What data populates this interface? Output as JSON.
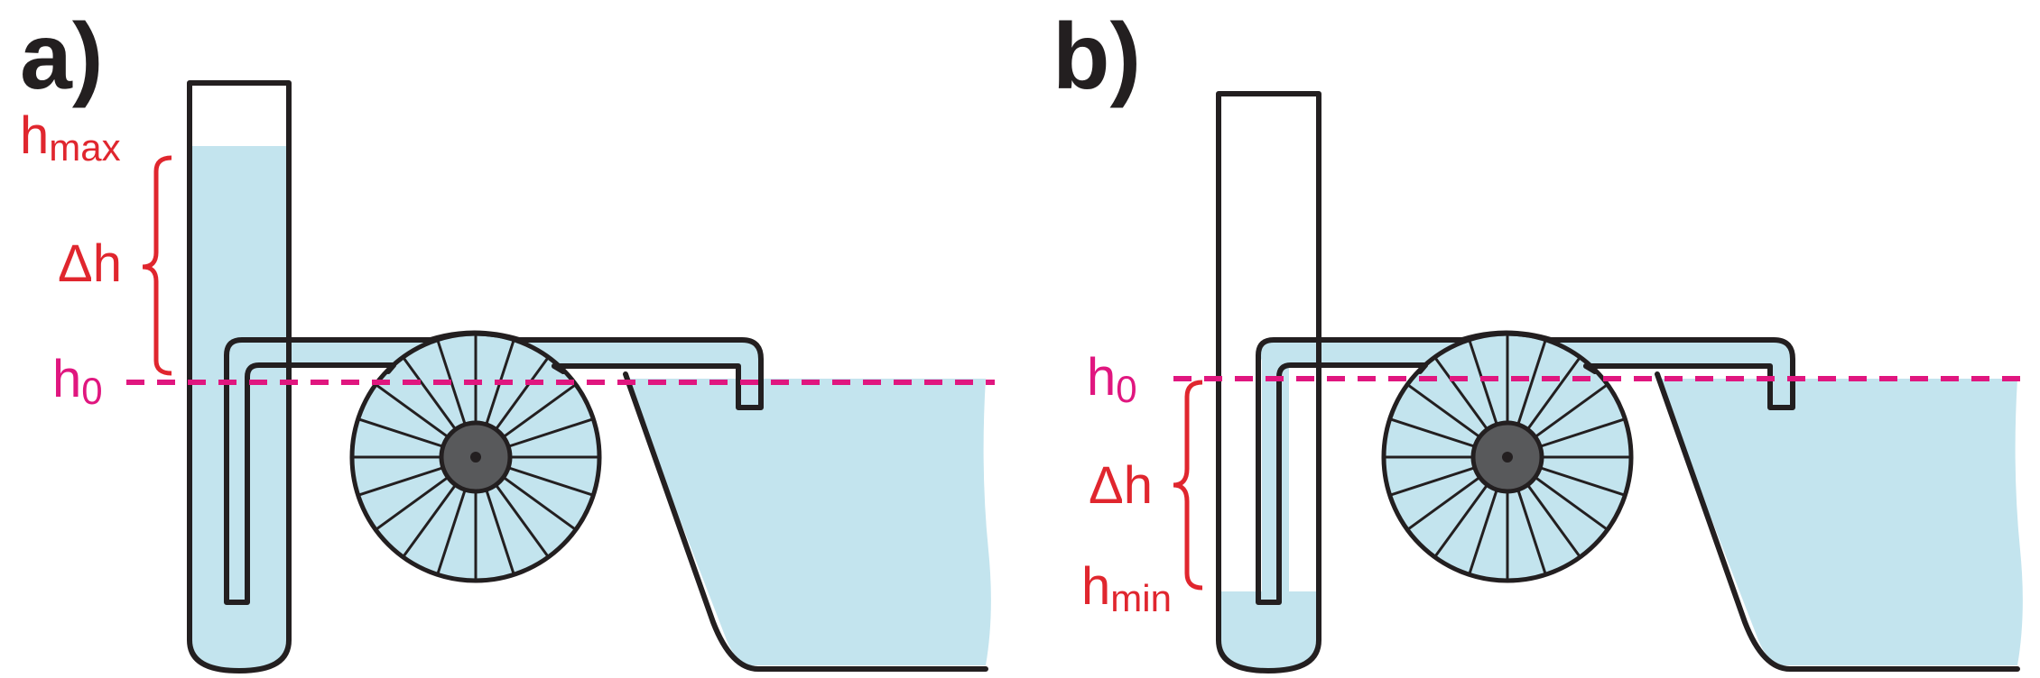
{
  "panels": [
    {
      "label": "a)",
      "state": "high",
      "annotations": {
        "top": "h",
        "top_sub": "max",
        "delta": "Δh",
        "base": "h",
        "base_sub": "0"
      }
    },
    {
      "label": "b)",
      "state": "low",
      "annotations": {
        "base": "h",
        "base_sub": "0",
        "delta": "Δh",
        "bottom": "h",
        "bottom_sub": "min"
      }
    }
  ],
  "colors": {
    "water": "#c3e4ee",
    "outline": "#231f20",
    "annotation": "#e0262e",
    "reference_line": "#e0167f",
    "hub": "#58595b"
  },
  "wheel": {
    "spokes": 20
  }
}
